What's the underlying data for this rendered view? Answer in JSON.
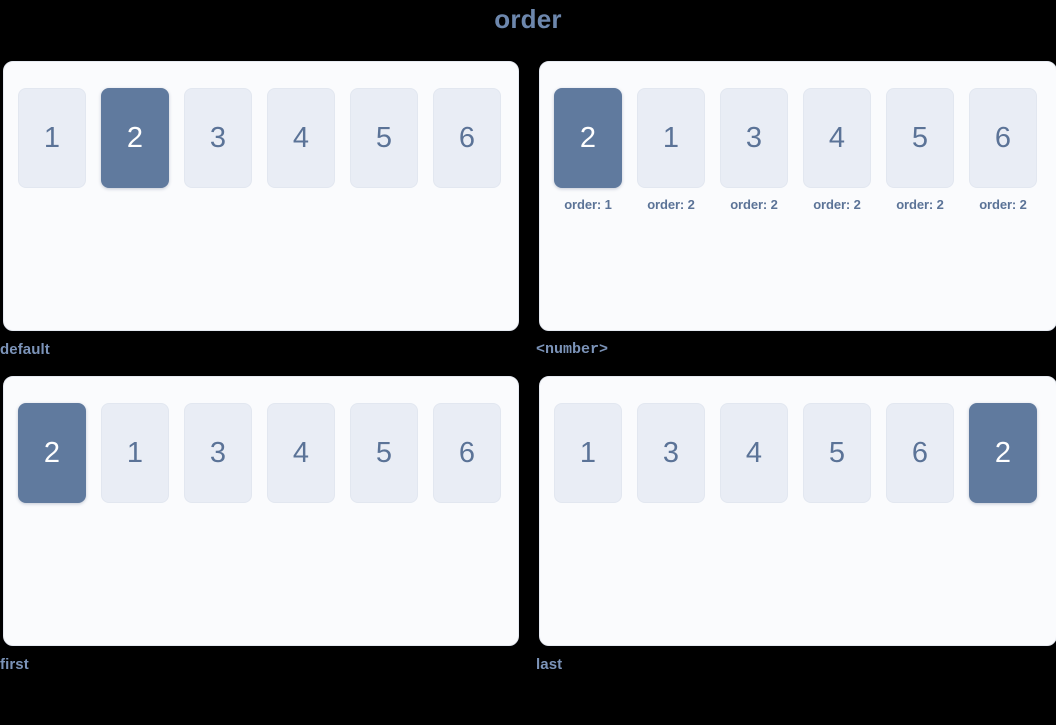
{
  "title": "order",
  "colors": {
    "background": "#000000",
    "panel_bg": "#fafbfd",
    "panel_border": "#e6eaf1",
    "item_bg": "#e9edf5",
    "item_text": "#5b7397",
    "item_highlight_bg": "#607a9e",
    "item_highlight_text": "#ffffff",
    "title_text": "#6d87ad",
    "caption_text": "#7b93b8"
  },
  "panels": [
    {
      "id": "default",
      "caption": "default",
      "caption_style": "normal",
      "items": [
        {
          "label": "1",
          "highlight": false,
          "note": null
        },
        {
          "label": "2",
          "highlight": true,
          "note": null
        },
        {
          "label": "3",
          "highlight": false,
          "note": null
        },
        {
          "label": "4",
          "highlight": false,
          "note": null
        },
        {
          "label": "5",
          "highlight": false,
          "note": null
        },
        {
          "label": "6",
          "highlight": false,
          "note": null
        }
      ]
    },
    {
      "id": "number",
      "caption": "<number>",
      "caption_style": "mono",
      "items": [
        {
          "label": "2",
          "highlight": true,
          "note": "order: 1"
        },
        {
          "label": "1",
          "highlight": false,
          "note": "order: 2"
        },
        {
          "label": "3",
          "highlight": false,
          "note": "order: 2"
        },
        {
          "label": "4",
          "highlight": false,
          "note": "order: 2"
        },
        {
          "label": "5",
          "highlight": false,
          "note": "order: 2"
        },
        {
          "label": "6",
          "highlight": false,
          "note": "order: 2"
        }
      ]
    },
    {
      "id": "first",
      "caption": "first",
      "caption_style": "normal",
      "items": [
        {
          "label": "2",
          "highlight": true,
          "note": null
        },
        {
          "label": "1",
          "highlight": false,
          "note": null
        },
        {
          "label": "3",
          "highlight": false,
          "note": null
        },
        {
          "label": "4",
          "highlight": false,
          "note": null
        },
        {
          "label": "5",
          "highlight": false,
          "note": null
        },
        {
          "label": "6",
          "highlight": false,
          "note": null
        }
      ]
    },
    {
      "id": "last",
      "caption": "last",
      "caption_style": "normal",
      "items": [
        {
          "label": "1",
          "highlight": false,
          "note": null
        },
        {
          "label": "3",
          "highlight": false,
          "note": null
        },
        {
          "label": "4",
          "highlight": false,
          "note": null
        },
        {
          "label": "5",
          "highlight": false,
          "note": null
        },
        {
          "label": "6",
          "highlight": false,
          "note": null
        },
        {
          "label": "2",
          "highlight": true,
          "note": null
        }
      ]
    }
  ]
}
